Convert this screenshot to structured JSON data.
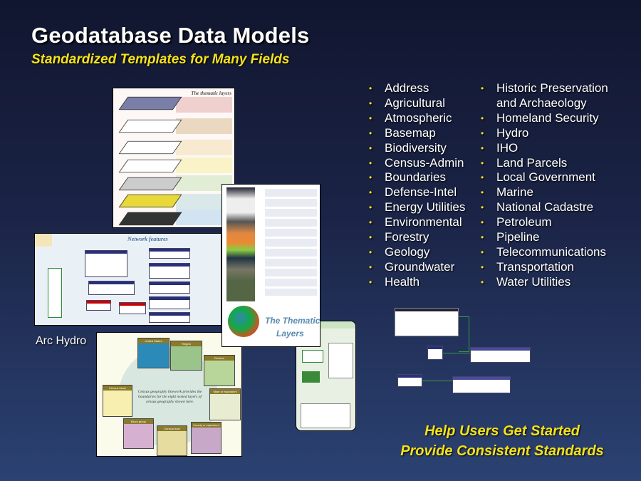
{
  "title": "Geodatabase Data Models",
  "subtitle": "Standardized Templates for Many Fields",
  "models_col1": [
    "Address",
    "Agricultural",
    "Atmospheric",
    "Basemap",
    "Biodiversity",
    "Census-Admin",
    "Boundaries",
    "Defense-Intel",
    "Energy Utilities",
    "Environmental",
    "Forestry",
    "Geology",
    "Groundwater",
    "Health"
  ],
  "models_col2": [
    "Historic Preservation and Archaeology",
    "Homeland Security",
    "Hydro",
    "IHO",
    "Land Parcels",
    "Local Government",
    "Marine",
    "National Cadastre",
    "Petroleum",
    "Pipeline",
    "Telecommunications",
    "Transportation",
    "Water Utilities"
  ],
  "bullet": "•",
  "posters": {
    "thematic_layers_title": "The thematic layers",
    "network_features_title": "Network features",
    "globe_title_1": "The Thematic",
    "globe_title_2": "Layers",
    "census_caption": "Census geography linework provides the boundaries for the eight nested layers of census geography shown here.",
    "census_maps": [
      "United States",
      "Region",
      "Division",
      "Census block",
      "State or equivalent",
      "Block group",
      "Census tract",
      "County or equivalent"
    ]
  },
  "arc_hydro_label": "Arc Hydro",
  "tagline_1": "Help Users Get Started",
  "tagline_2": "Provide Consistent Standards",
  "colors": {
    "accent": "#f5e21a",
    "background_top": "#11162f",
    "background_bottom": "#2b4272"
  }
}
